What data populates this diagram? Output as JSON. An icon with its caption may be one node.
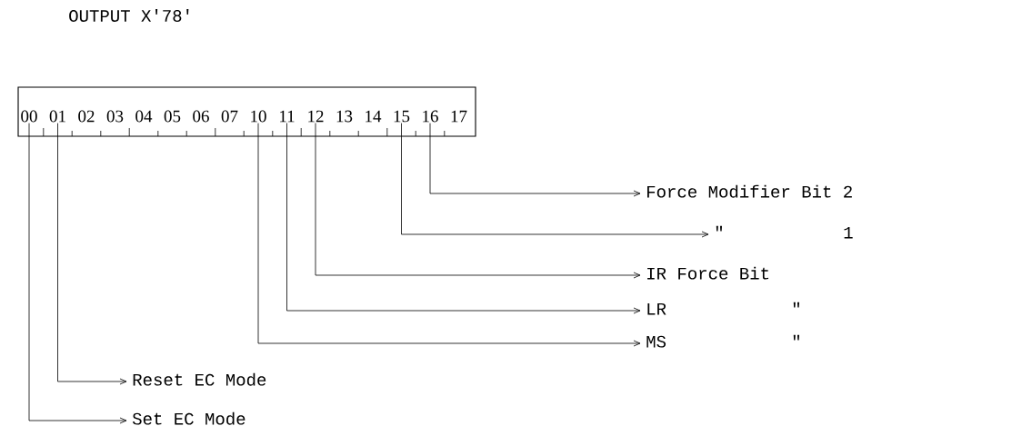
{
  "diagram": {
    "title": "OUTPUT X'78'",
    "nodes": [
      {
        "text": [],
        "shape": "box"
      },
      {
        "text": [
          "00"
        ],
        "in": 0
      },
      {
        "text": [
          "01"
        ],
        "in": 0
      },
      {
        "text": [
          "02"
        ],
        "in": 0
      },
      {
        "text": [
          "03"
        ],
        "in": 0
      },
      {
        "text": [
          "04"
        ],
        "in": 0
      },
      {
        "text": [
          "05"
        ],
        "in": 0
      },
      {
        "text": [
          "06"
        ],
        "in": 0
      },
      {
        "text": [
          "07"
        ],
        "in": 0
      },
      {
        "text": [
          "10"
        ],
        "in": 0
      },
      {
        "text": [
          "11"
        ],
        "in": 0
      },
      {
        "text": [
          "12"
        ],
        "in": 0
      },
      {
        "text": [
          "13"
        ],
        "in": 0
      },
      {
        "text": [
          "14"
        ],
        "in": 0
      },
      {
        "text": [
          "15"
        ],
        "in": 0
      },
      {
        "text": [
          "16"
        ],
        "in": 0
      },
      {
        "text": [
          "17"
        ],
        "in": 0
      },
      {
        "text": [
          "Force Modifier Bit 2"
        ]
      },
      {
        "text": [
          "\"",
          "1"
        ]
      },
      {
        "text": [
          "IR Force Bit"
        ]
      },
      {
        "text": [
          "LR",
          "\""
        ]
      },
      {
        "text": [
          "MS",
          "\""
        ]
      },
      {
        "text": [
          "Reset EC Mode"
        ]
      },
      {
        "text": [
          "Set EC Mode"
        ]
      }
    ],
    "edges": [
      {
        "from": 15,
        "to": 17,
        "arrow": "to"
      },
      {
        "from": 14,
        "to": 18,
        "arrow": "to"
      },
      {
        "from": 11,
        "to": 19,
        "arrow": "to"
      },
      {
        "from": 10,
        "to": 20,
        "arrow": "to"
      },
      {
        "from": 9,
        "to": 21,
        "arrow": "to"
      },
      {
        "from": 2,
        "to": 22,
        "arrow": "to"
      },
      {
        "from": 1,
        "to": 23,
        "arrow": "to"
      }
    ]
  }
}
